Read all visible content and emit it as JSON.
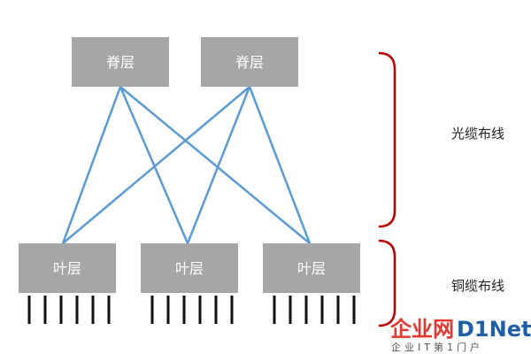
{
  "nodes": {
    "spine": [
      {
        "label": "脊层"
      },
      {
        "label": "脊层"
      }
    ],
    "leaf": [
      {
        "label": "叶层"
      },
      {
        "label": "叶层"
      },
      {
        "label": "叶层"
      }
    ]
  },
  "sections": {
    "fiber_label": "光缆布线",
    "copper_label": "铜缆布线"
  },
  "watermark": {
    "brand_cn": "企业网",
    "brand_en": "D1Net",
    "tagline": "企业IT第1门户"
  },
  "colors": {
    "node_fill": "#a6a6a6",
    "link": "#5b9bd5",
    "bracket": "#c00000",
    "port": "#111111",
    "watermark_red": "#e2382f",
    "watermark_blue": "#1f5fa8"
  },
  "links": [
    [
      0,
      0
    ],
    [
      0,
      1
    ],
    [
      0,
      2
    ],
    [
      1,
      0
    ],
    [
      1,
      1
    ],
    [
      1,
      2
    ]
  ]
}
